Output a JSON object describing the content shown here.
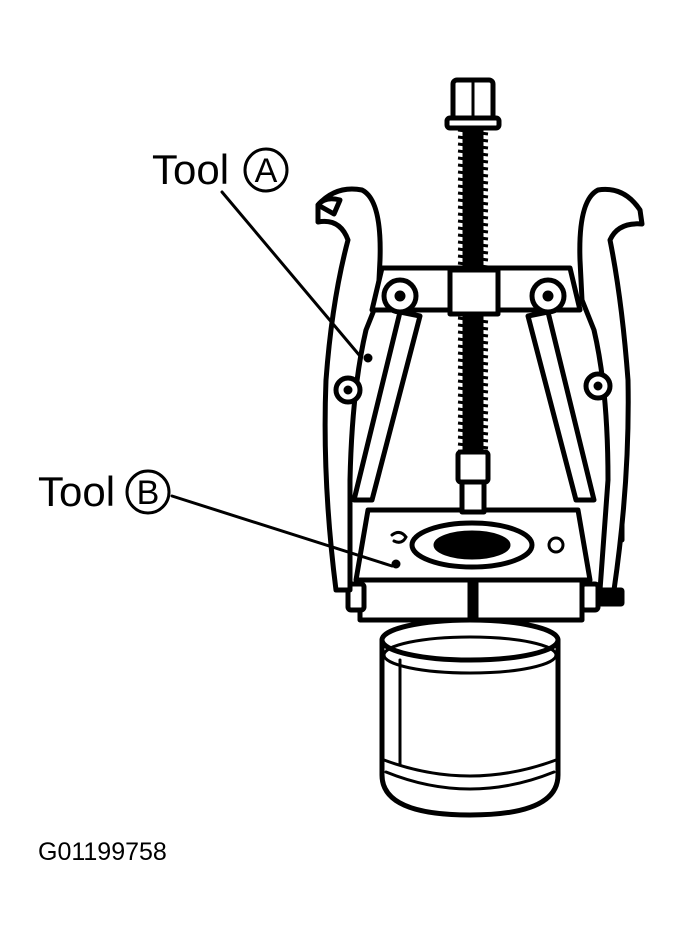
{
  "callouts": {
    "tool_a": {
      "word": "Tool",
      "letter": "A"
    },
    "tool_b": {
      "word": "Tool",
      "letter": "B"
    }
  },
  "figure_id": "G01199758"
}
